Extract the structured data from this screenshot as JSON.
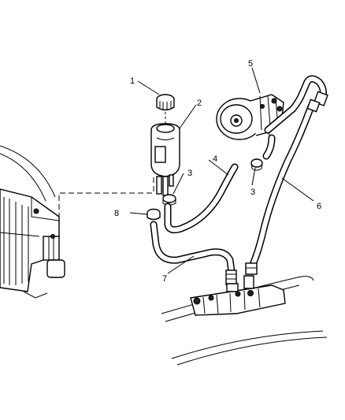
{
  "diagram": {
    "callouts": [
      {
        "id": "1",
        "label": "1"
      },
      {
        "id": "2",
        "label": "2"
      },
      {
        "id": "3a",
        "label": "3"
      },
      {
        "id": "3b",
        "label": "3"
      },
      {
        "id": "4",
        "label": "4"
      },
      {
        "id": "5",
        "label": "5"
      },
      {
        "id": "6",
        "label": "6"
      },
      {
        "id": "7",
        "label": "7"
      },
      {
        "id": "8",
        "label": "8"
      }
    ]
  }
}
